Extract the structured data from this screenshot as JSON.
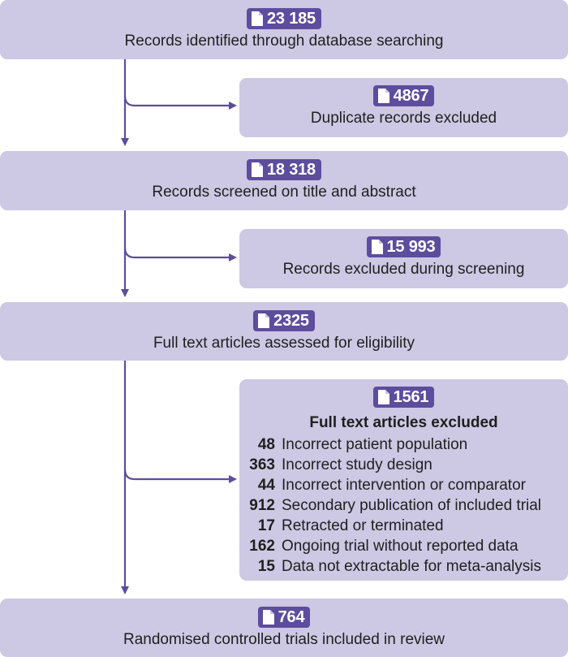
{
  "nodes": {
    "identified": {
      "count": "23 185",
      "label": "Records identified through database searching"
    },
    "duplicates": {
      "count": "4867",
      "label": "Duplicate records excluded"
    },
    "screened": {
      "count": "18 318",
      "label": "Records screened on title and abstract"
    },
    "screen_excluded": {
      "count": "15 993",
      "label": "Records excluded during screening"
    },
    "assessed": {
      "count": "2325",
      "label": "Full text articles assessed for eligibility"
    },
    "fulltext_excluded": {
      "count": "1561",
      "title": "Full text articles excluded",
      "reasons": [
        {
          "n": "48",
          "text": "Incorrect patient population"
        },
        {
          "n": "363",
          "text": "Incorrect study design"
        },
        {
          "n": "44",
          "text": "Incorrect intervention or comparator"
        },
        {
          "n": "912",
          "text": "Secondary publication of included trial"
        },
        {
          "n": "17",
          "text": "Retracted or terminated"
        },
        {
          "n": "162",
          "text": "Ongoing trial without reported data"
        },
        {
          "n": "15",
          "text": "Data not extractable for meta-analysis"
        }
      ]
    },
    "included": {
      "count": "764",
      "label": "Randomised controlled trials included in review"
    }
  },
  "colors": {
    "box": "#cdc8e3",
    "badge": "#5d4d9d",
    "arrow": "#5d4d9d"
  },
  "icon": "document-icon"
}
